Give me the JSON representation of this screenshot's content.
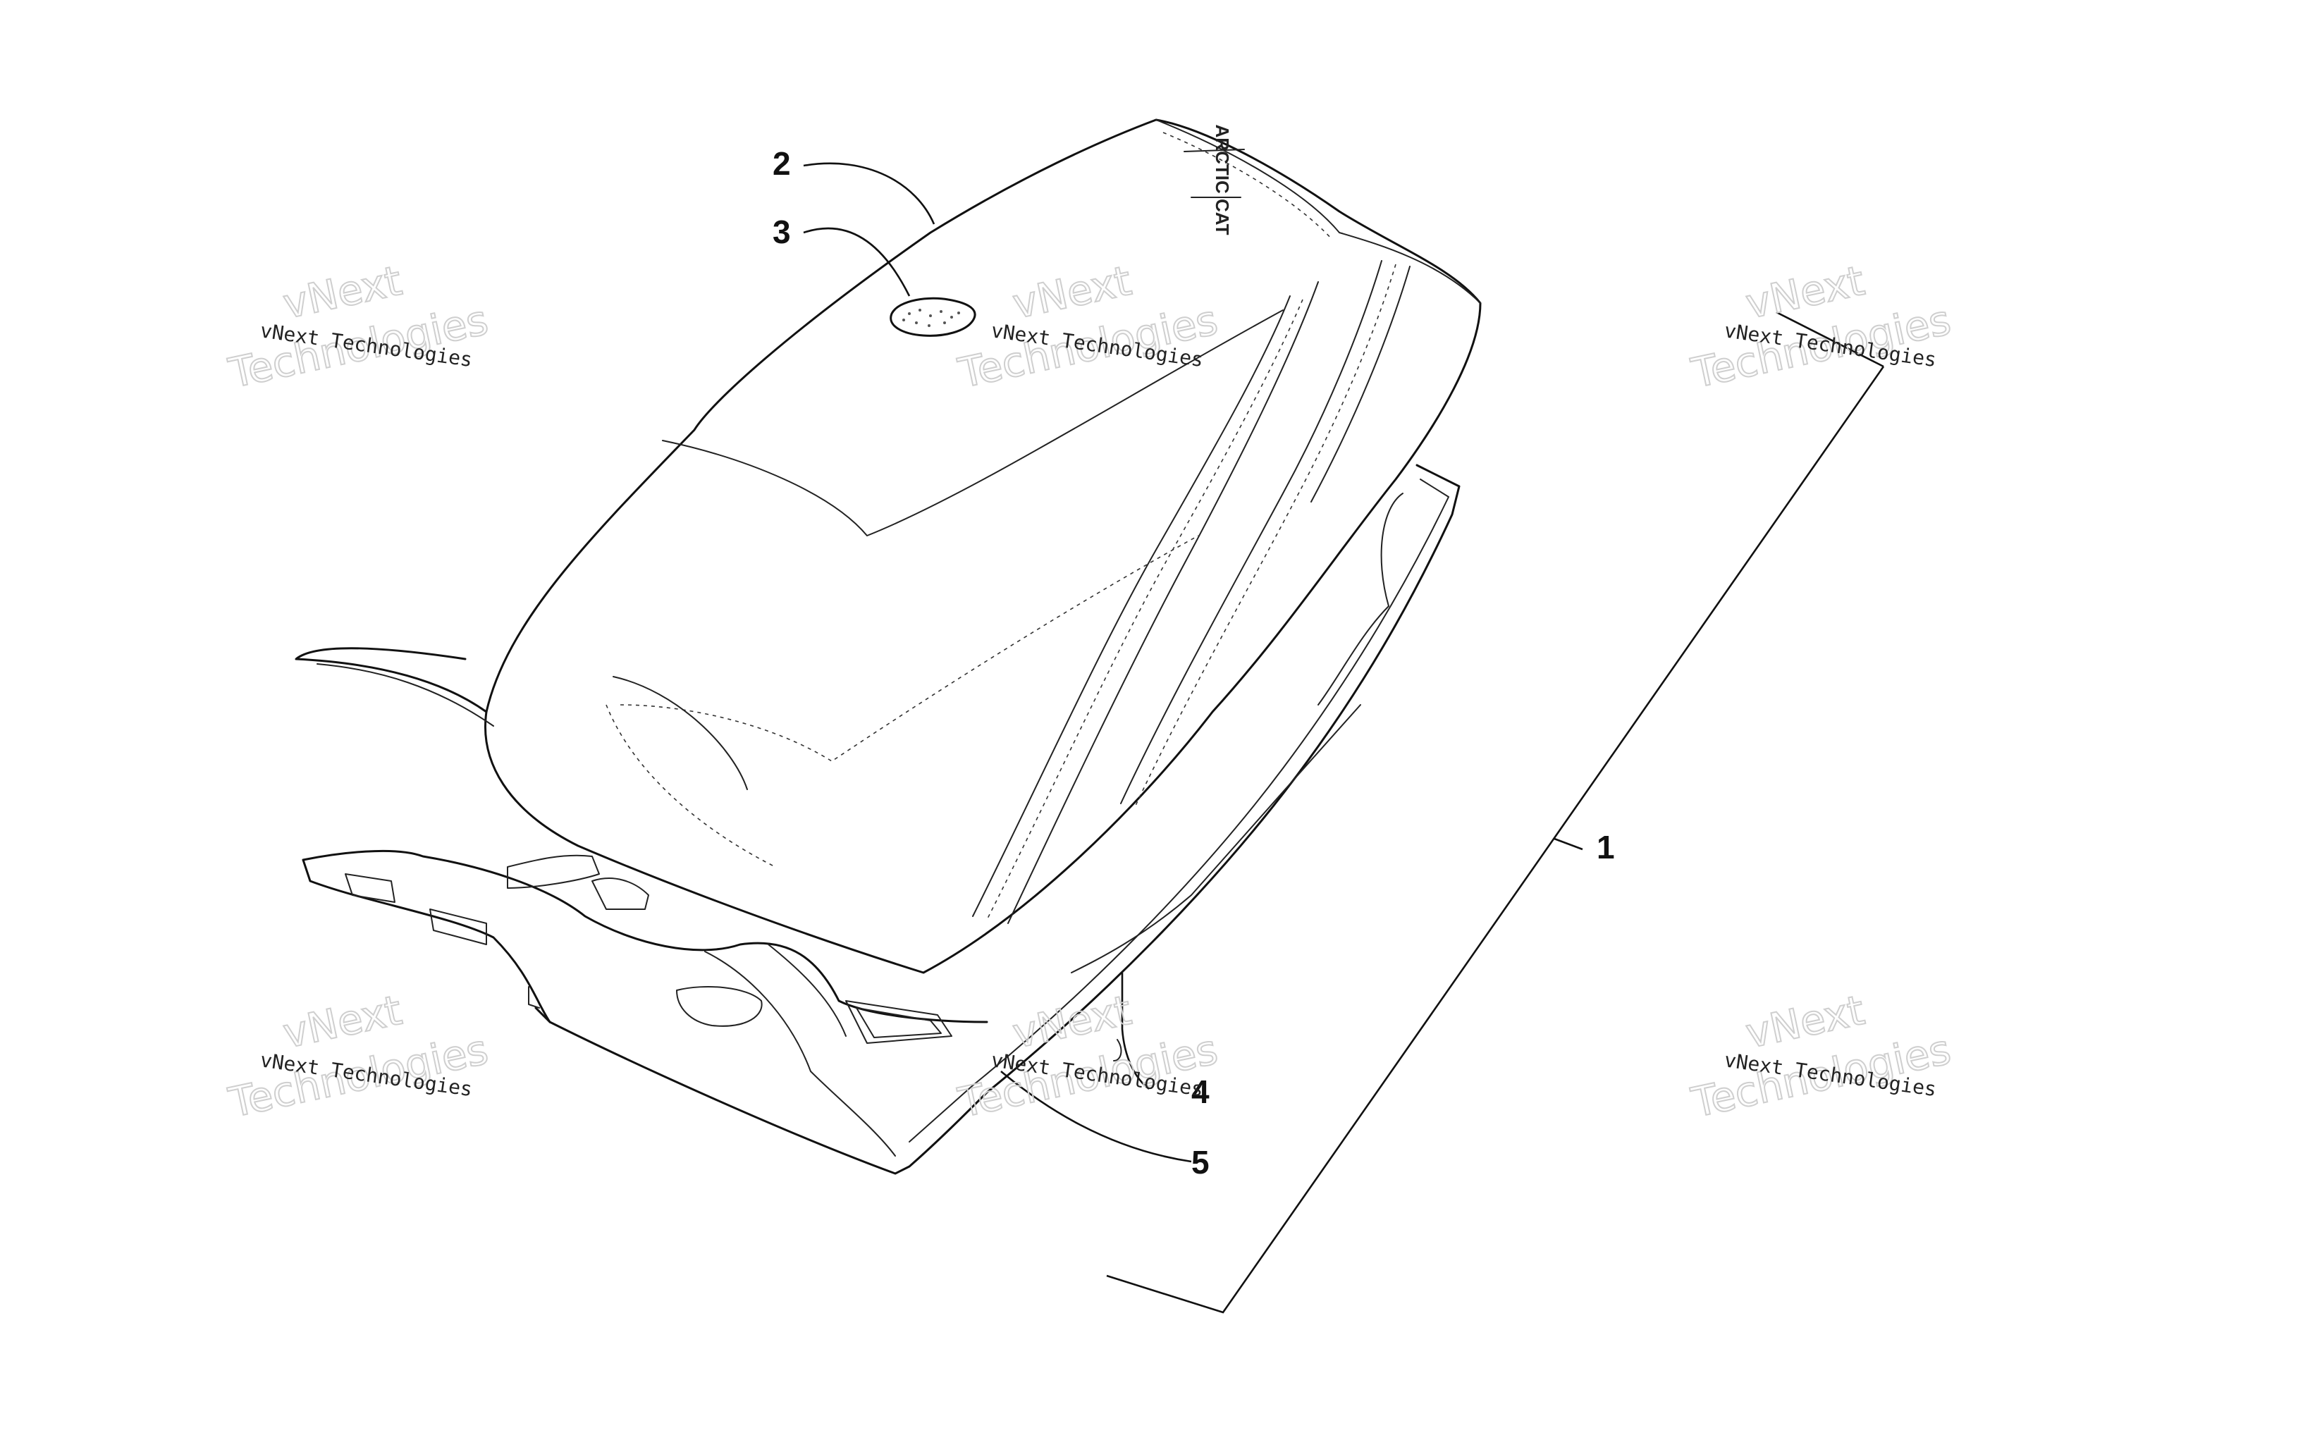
{
  "diagram": {
    "callouts": [
      {
        "id": "1",
        "label": "1"
      },
      {
        "id": "2",
        "label": "2"
      },
      {
        "id": "3",
        "label": "3"
      },
      {
        "id": "4",
        "label": "4"
      },
      {
        "id": "5",
        "label": "5"
      }
    ],
    "logo_text": "ARCTIC CAT",
    "colors": {
      "line": "#111111",
      "watermark": "#cfcfcf",
      "background": "#ffffff"
    }
  },
  "watermarks": [
    {
      "small": "vNext Technologies",
      "big_1": "vNext",
      "big_2": "Technologies"
    },
    {
      "small": "vNext Technologies",
      "big_1": "vNext",
      "big_2": "Technologies"
    },
    {
      "small": "vNext Technologies",
      "big_1": "vNext",
      "big_2": "Technologies"
    },
    {
      "small": "vNext Technologies",
      "big_1": "vNext",
      "big_2": "Technologies"
    },
    {
      "small": "vNext Technologies",
      "big_1": "vNext",
      "big_2": "Technologies"
    },
    {
      "small": "vNext Technologies",
      "big_1": "vNext",
      "big_2": "Technologies"
    }
  ]
}
